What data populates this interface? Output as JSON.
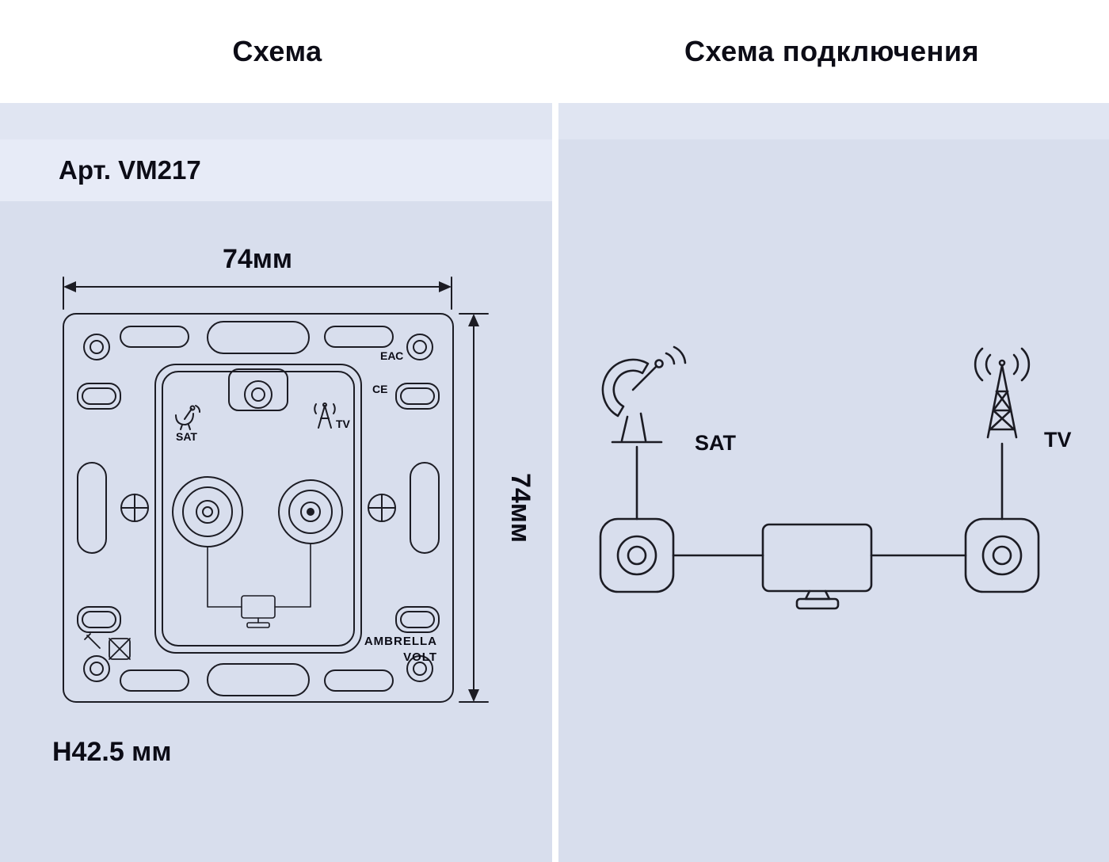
{
  "header": {
    "left_title": "Схема",
    "right_title": "Схема подключения"
  },
  "left_panel": {
    "article": "Арт. VM217",
    "dim_width": "74мм",
    "dim_height": "74мм",
    "dim_depth": "H42.5 мм",
    "sat_label": "SAT",
    "tv_label": "TV",
    "brand_line1": "AMBRELLA",
    "brand_line2": "VOLT",
    "eac_mark": "ЕАС",
    "ce_mark": "CE"
  },
  "right_panel": {
    "sat_label": "SAT",
    "tv_label": "TV"
  },
  "colors": {
    "panel_background": "#d8deed",
    "top_band": "#e0e5f2",
    "article_band": "#e7ebf7",
    "header_background": "#ffffff",
    "line_color": "#1c1c24",
    "text_color": "#0c0c16"
  }
}
